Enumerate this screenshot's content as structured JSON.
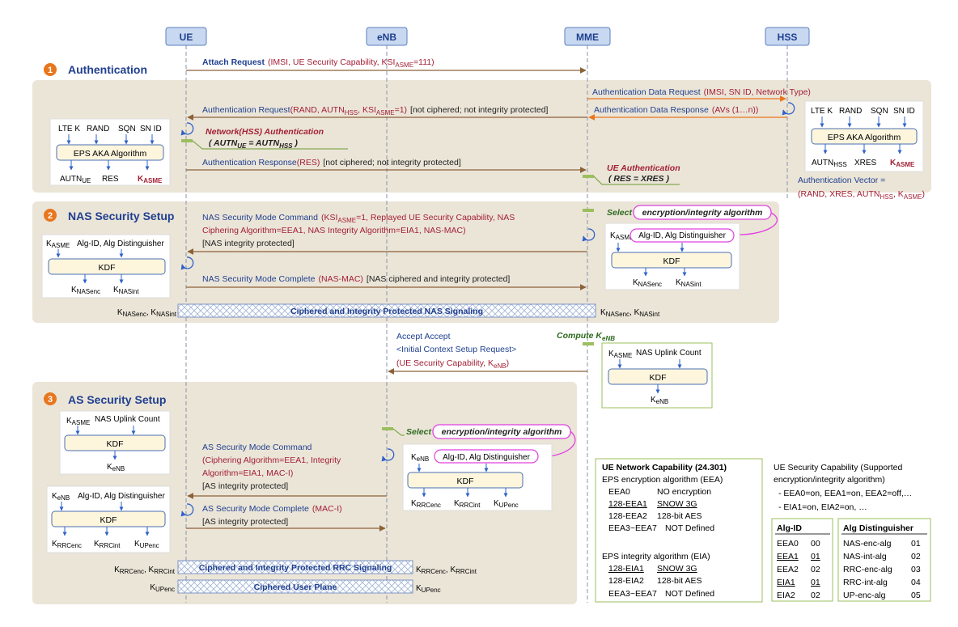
{
  "entities": [
    "UE",
    "eNB",
    "MME",
    "HSS"
  ],
  "colors": {
    "band": "#ebe5d8",
    "arrow": "#8c6239",
    "blue": "#1f3f8f",
    "red": "#a32035",
    "green": "#2e6b1f",
    "magenta": "#e040e0",
    "entityFill": "#c8d8f0",
    "algFill": "#fdf6dd",
    "orangeArrow": "#e8761d"
  },
  "sections": {
    "auth": {
      "num": "1",
      "title": "Authentication"
    },
    "nas": {
      "num": "2",
      "title": "NAS Security Setup"
    },
    "as": {
      "num": "3",
      "title": "AS Security Setup"
    }
  },
  "msg": {
    "attach_label": "Attach Request",
    "attach_params": "(IMSI, UE Security Capability, KSI",
    "attach_sub": "ASME",
    "attach_tail": "=111)",
    "adr_label": "Authentication Data Request",
    "adr_params": "(IMSI, SN ID, Network Type)",
    "adresp_label": "Authentication Data Response",
    "adresp_params": "(AVs (1…n))",
    "areq_label": "Authentication Request",
    "areq_p1": "(RAND, AUTN",
    "areq_s1": "HSS",
    "areq_p2": ", KSI",
    "areq_s2": "ASME",
    "areq_p3": "=1)",
    "areq_note": "[not ciphered; not integrity protected]",
    "aresp_label": "Authentication Response",
    "aresp_params": "(RES)",
    "aresp_note": "[not ciphered; not integrity protected]",
    "nsmc_line1_label": "NAS Security Mode Command",
    "nsmc_line1_p1": "(KSI",
    "nsmc_line1_s1": "ASME",
    "nsmc_line1_p2": "=1, Replayed UE Security Capability, NAS",
    "nsmc_line2": "Ciphering Algorithm=EEA1, NAS Integrity Algorithm=EIA1, NAS-MAC)",
    "nsmc_line3": "[NAS integrity protected]",
    "nsmcomp_label": "NAS Security Mode Complete",
    "nsmcomp_params": "(NAS-MAC)",
    "nsmcomp_note": "[NAS ciphered and integrity protected]",
    "ics_line1": "Accept Accept",
    "ics_line2": "<Initial Context Setup Request>",
    "ics_line3_p1": "(UE Security Capability, K",
    "ics_line3_s": "eNB",
    "ics_line3_p2": ")",
    "asmc_line1": "AS Security Mode Command",
    "asmc_line2": "(Ciphering Algorithm=EEA1, Integrity",
    "asmc_line3": "Algorithm=EIA1, MAC-I)",
    "asmc_line4": "[AS integrity protected]",
    "asmcomp_label": "AS Security Mode Complete",
    "asmcomp_params": "(MAC-I)",
    "asmcomp_note": "[AS integrity protected]"
  },
  "notes": {
    "net_auth_title": "Network(HSS) Authentication",
    "net_auth_eq": "( AUTN",
    "net_auth_s1": "UE",
    "net_auth_mid": " = AUTN",
    "net_auth_s2": "HSS",
    "net_auth_end": " )",
    "ue_auth_title": "UE Authentication",
    "ue_auth_eq": "( RES = XRES )",
    "select_word": "Select",
    "select_target": "encryption/integrity algorithm",
    "compute_word": "Compute K",
    "compute_sub": "eNB"
  },
  "boxes": {
    "eps_aka": "EPS AKA Algorithm",
    "kdf": "KDF",
    "in_ltek": "LTE K",
    "in_rand": "RAND",
    "in_sqn": "SQN",
    "in_snid": "SN ID",
    "out_autn": "AUTN",
    "out_autn_ue": "UE",
    "out_autn_hss": "HSS",
    "out_res": "RES",
    "out_xres": "XRES",
    "out_k": "K",
    "out_k_sub": "ASME",
    "alg_id_dist": "Alg-ID, Alg Distinguisher",
    "nas_uplink_count": "NAS Uplink Count",
    "k_label": "K",
    "s_asme": "ASME",
    "s_enb": "eNB",
    "s_nasenc": "NASenc",
    "s_nasint": "NASint",
    "s_rrcenc": "RRCenc",
    "s_rrcint": "RRCint",
    "s_upenc": "UPenc"
  },
  "av": {
    "line1": "Authentication Vector =",
    "p1": "(RAND, XRES, AUTN",
    "s1": "HSS",
    "p2": ", K",
    "s2": "ASME",
    "p3": ")"
  },
  "bars": {
    "nas": "Ciphered and Integrity Protected NAS Signaling",
    "rrc": "Ciphered and Integrity Protected RRC Signaling",
    "up": "Ciphered User Plane",
    "sep": ", "
  },
  "capability": {
    "title": "UE Network Capability (24.301)",
    "eea_title": "EPS encryption algorithm (EEA)",
    "eea_rows": [
      [
        "EEA0",
        "NO encryption"
      ],
      [
        "128-EEA1",
        "SNOW 3G"
      ],
      [
        "128-EEA2",
        "128-bit AES"
      ],
      [
        "EEA3~EEA7",
        "NOT Defined"
      ]
    ],
    "eia_title": "EPS integrity algorithm (EIA)",
    "eia_rows": [
      [
        "128-EIA1",
        "SNOW 3G"
      ],
      [
        "128-EIA2",
        "128-bit AES"
      ],
      [
        "EEA3~EEA7",
        "NOT Defined"
      ]
    ]
  },
  "ue_sec_cap": {
    "line1": "UE Security Capability (Supported",
    "line2": "encryption/integrity algorithm)",
    "line3": "- EEA0=on, EEA1=on, EEA2=off,…",
    "line4": "- EIA1=on, EIA2=on, …"
  },
  "alg_id_table": {
    "header": "Alg-ID",
    "rows": [
      [
        "EEA0",
        "00"
      ],
      [
        "EEA1",
        "01"
      ],
      [
        "EEA2",
        "02"
      ],
      [
        "EIA1",
        "01"
      ],
      [
        "EIA2",
        "02"
      ]
    ]
  },
  "alg_dist_table": {
    "header": "Alg Distinguisher",
    "rows": [
      [
        "NAS-enc-alg",
        "01"
      ],
      [
        "NAS-int-alg",
        "02"
      ],
      [
        "RRC-enc-alg",
        "03"
      ],
      [
        "RRC-int-alg",
        "04"
      ],
      [
        "UP-enc-alg",
        "05"
      ]
    ]
  }
}
